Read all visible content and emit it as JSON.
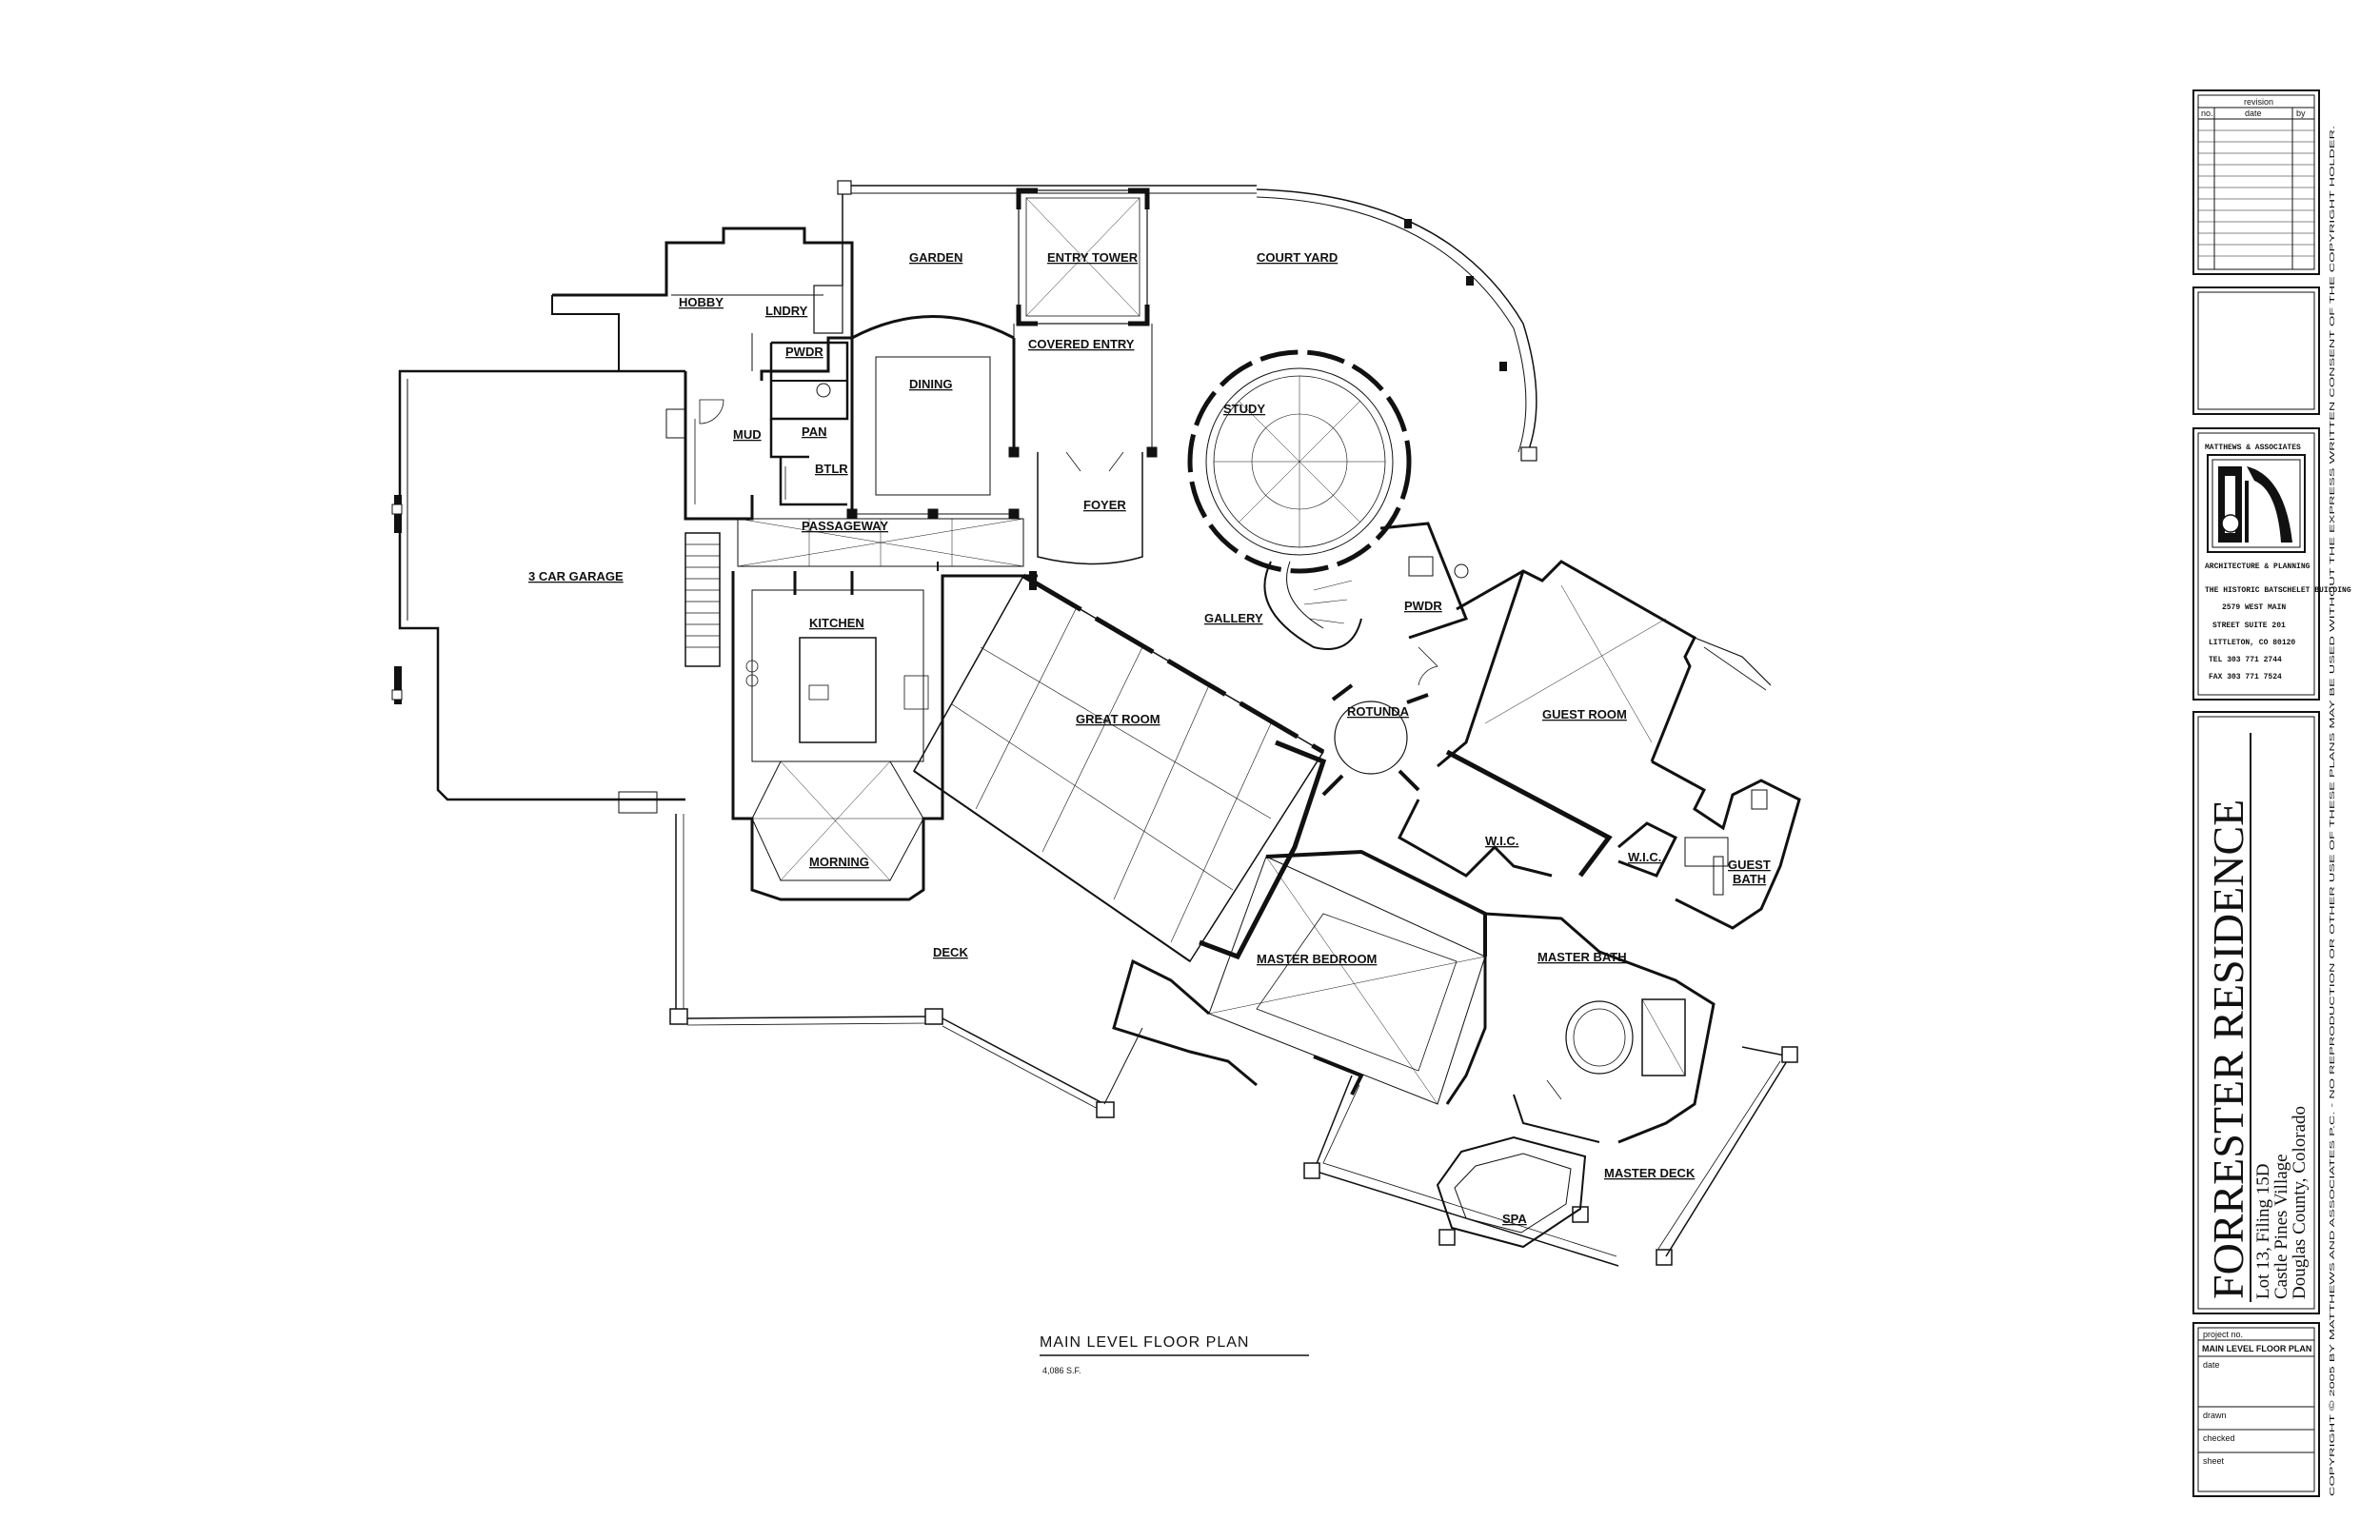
{
  "drawing": {
    "title": "MAIN LEVEL FLOOR PLAN",
    "area": "4,086 S.F."
  },
  "rooms": [
    {
      "id": "hobby",
      "label": "HOBBY"
    },
    {
      "id": "lndry",
      "label": "LNDRY"
    },
    {
      "id": "garden",
      "label": "GARDEN"
    },
    {
      "id": "entry-tower",
      "label": "ENTRY TOWER"
    },
    {
      "id": "court-yard",
      "label": "COURT YARD"
    },
    {
      "id": "covered-entry",
      "label": "COVERED ENTRY"
    },
    {
      "id": "pwdr-1",
      "label": "PWDR"
    },
    {
      "id": "dining",
      "label": "DINING"
    },
    {
      "id": "mud",
      "label": "MUD"
    },
    {
      "id": "pan",
      "label": "PAN"
    },
    {
      "id": "btlr",
      "label": "BTLR"
    },
    {
      "id": "study",
      "label": "STUDY"
    },
    {
      "id": "foyer",
      "label": "FOYER"
    },
    {
      "id": "passageway",
      "label": "PASSAGEWAY"
    },
    {
      "id": "garage",
      "label": "3 CAR GARAGE"
    },
    {
      "id": "kitchen",
      "label": "KITCHEN"
    },
    {
      "id": "gallery",
      "label": "GALLERY"
    },
    {
      "id": "pwdr-2",
      "label": "PWDR"
    },
    {
      "id": "great-room",
      "label": "GREAT ROOM"
    },
    {
      "id": "rotunda",
      "label": "ROTUNDA"
    },
    {
      "id": "guest-room",
      "label": "GUEST ROOM"
    },
    {
      "id": "wic-1",
      "label": "W.I.C."
    },
    {
      "id": "wic-2",
      "label": "W.I.C."
    },
    {
      "id": "guest-bath-1",
      "label": "GUEST"
    },
    {
      "id": "guest-bath-2",
      "label": "BATH"
    },
    {
      "id": "morning",
      "label": "MORNING"
    },
    {
      "id": "deck",
      "label": "DECK"
    },
    {
      "id": "master-bedroom",
      "label": "MASTER BEDROOM"
    },
    {
      "id": "master-bath",
      "label": "MASTER BATH"
    },
    {
      "id": "master-deck",
      "label": "MASTER DECK"
    },
    {
      "id": "spa",
      "label": "SPA"
    }
  ],
  "title_block": {
    "revision": {
      "heading": "revision",
      "col_no": "no.",
      "col_date": "date",
      "col_by": "by"
    },
    "firm": {
      "name": "MATTHEWS & ASSOCIATES",
      "tagline": "ARCHITECTURE & PLANNING",
      "address_1": "THE HISTORIC BATSCHELET BUILDING",
      "address_2": "2579 WEST MAIN",
      "address_3": "STREET SUITE 201",
      "address_4": "LITTLETON, CO 80120",
      "tel": "TEL 303 771 2744",
      "fax": "FAX 303 771 7524"
    },
    "project": {
      "name": "FORRESTER RESIDENCE",
      "line_1": "Lot 13, Filing 15D",
      "line_2": "Castle Pines Village",
      "line_3": "Douglas County, Colorado"
    },
    "sheet": {
      "project_no_label": "project no.",
      "sheet_title": "MAIN LEVEL FLOOR PLAN",
      "date_label": "date",
      "drawn_label": "drawn",
      "checked_label": "checked",
      "sheet_label": "sheet"
    },
    "copyright": "COPYRIGHT © 2005 BY MATTHEWS AND ASSOCIATES P.C. - NO REPRODUCTION OR OTHER USE OF THESE PLANS MAY BE USED WITHOUT THE EXPRESS WRITTEN CONSENT OF THE COPYRIGHT HOLDER."
  },
  "colors": {
    "ink": "#111111",
    "paper": "#ffffff"
  }
}
